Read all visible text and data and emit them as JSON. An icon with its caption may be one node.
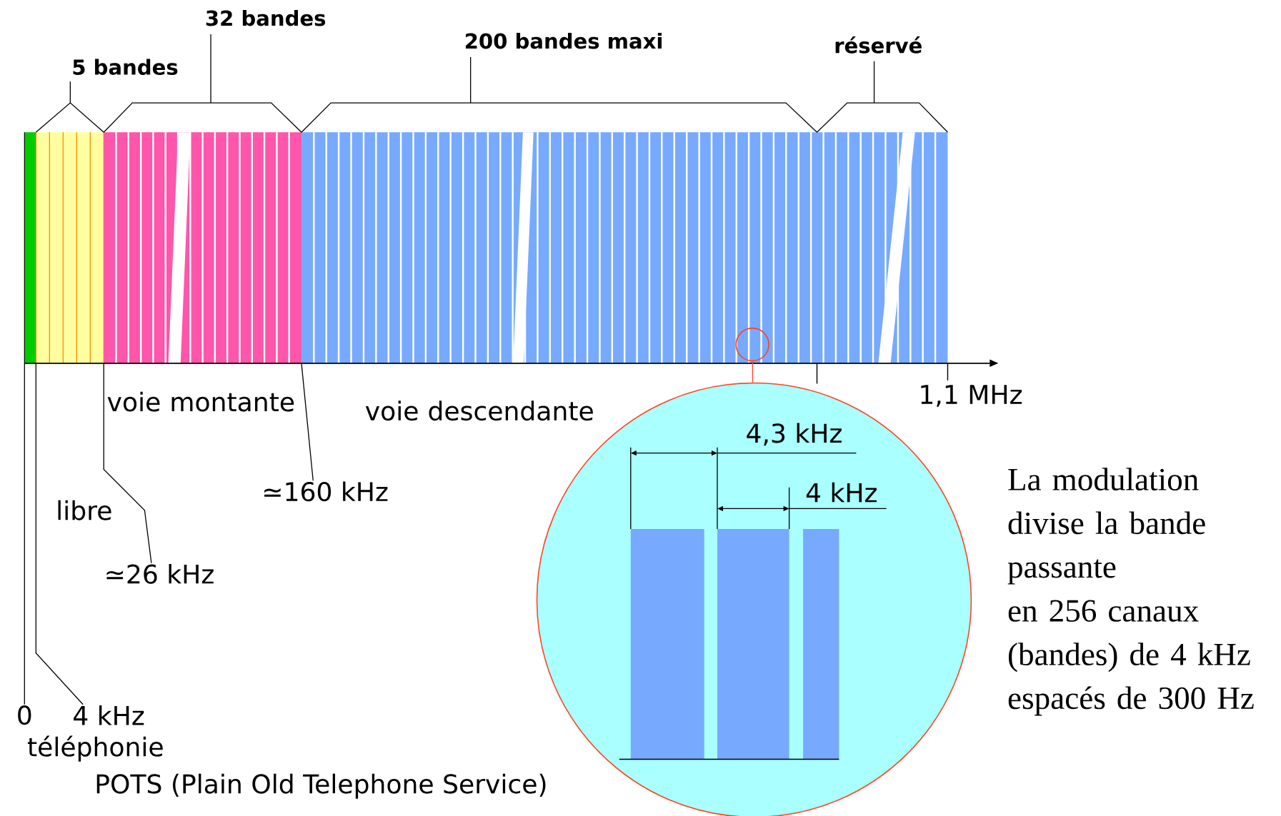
{
  "diagram": {
    "nodes": [
      {
        "text": [
          "0"
        ]
      },
      {
        "text": [
          "4 kHz"
        ]
      },
      {
        "text": [
          "≃26 kHz"
        ]
      },
      {
        "text": [
          "≃160 kHz"
        ]
      },
      {
        "text": [],
        "shape": "circle"
      },
      {
        "text": [],
        "shape": "circle"
      }
    ],
    "edges": [
      {
        "from": 0,
        "to": null,
        "arrow": "none"
      },
      {
        "from": 1,
        "to": null,
        "arrow": "none"
      },
      {
        "from": 2,
        "to": null,
        "arrow": "none"
      },
      {
        "from": 3,
        "to": null,
        "arrow": "none"
      },
      {
        "from": 4,
        "to": 5,
        "arrow": "none",
        "color": "#ff4422"
      }
    ],
    "labels": [
      "32 bandes",
      "5 bandes",
      "200 bandes maxi",
      "réservé",
      "voie montante",
      "libre",
      "voie descendante",
      "1,1 MHz",
      "4,3 kHz",
      "4 kHz",
      "téléphonie",
      "POTS (Plain Old Telephone Service)",
      "La modulation divise la bande passante",
      "en 256 canaux (bandes) de 4 kHz espacés de 300 Hz"
    ]
  }
}
